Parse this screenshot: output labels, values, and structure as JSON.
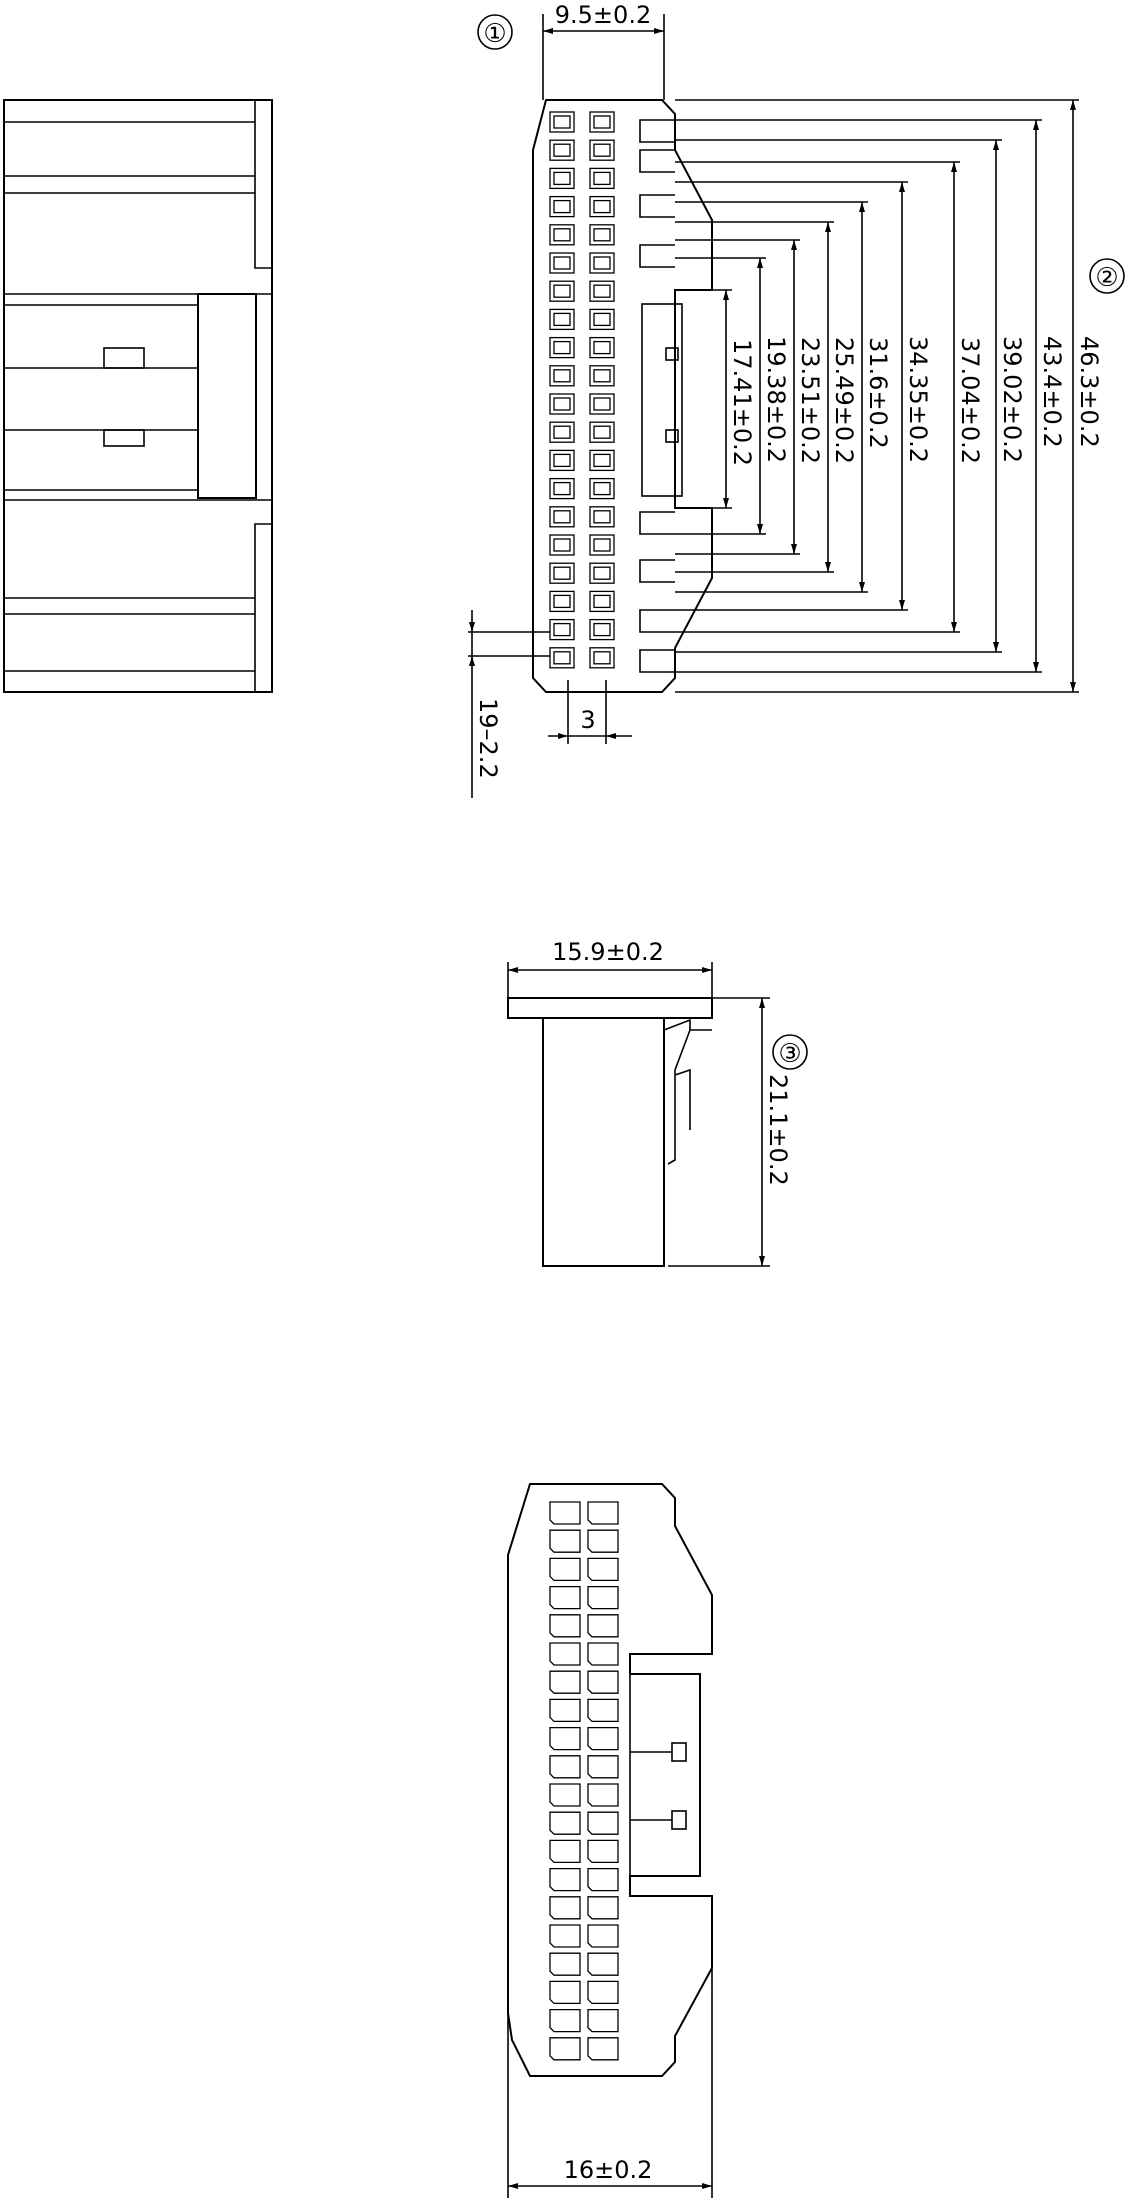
{
  "drawing": {
    "callouts": [
      "①",
      "②",
      "③"
    ],
    "top_width": "9.5±0.2",
    "height_dims": [
      "46.3±0.2",
      "43.4±0.2",
      "39.02±0.2",
      "37.04±0.2",
      "34.35±0.2",
      "31.6±0.2",
      "25.49±0.2",
      "23.51±0.2",
      "19.38±0.2",
      "17.41±0.2"
    ],
    "pitch": "3",
    "pitch_side": "19–2.2",
    "side_width": "15.9±0.2",
    "side_height": "21.1±0.2",
    "bottom_width": "16±0.2"
  },
  "colors": {
    "ink": "#000000",
    "paper": "#ffffff"
  }
}
